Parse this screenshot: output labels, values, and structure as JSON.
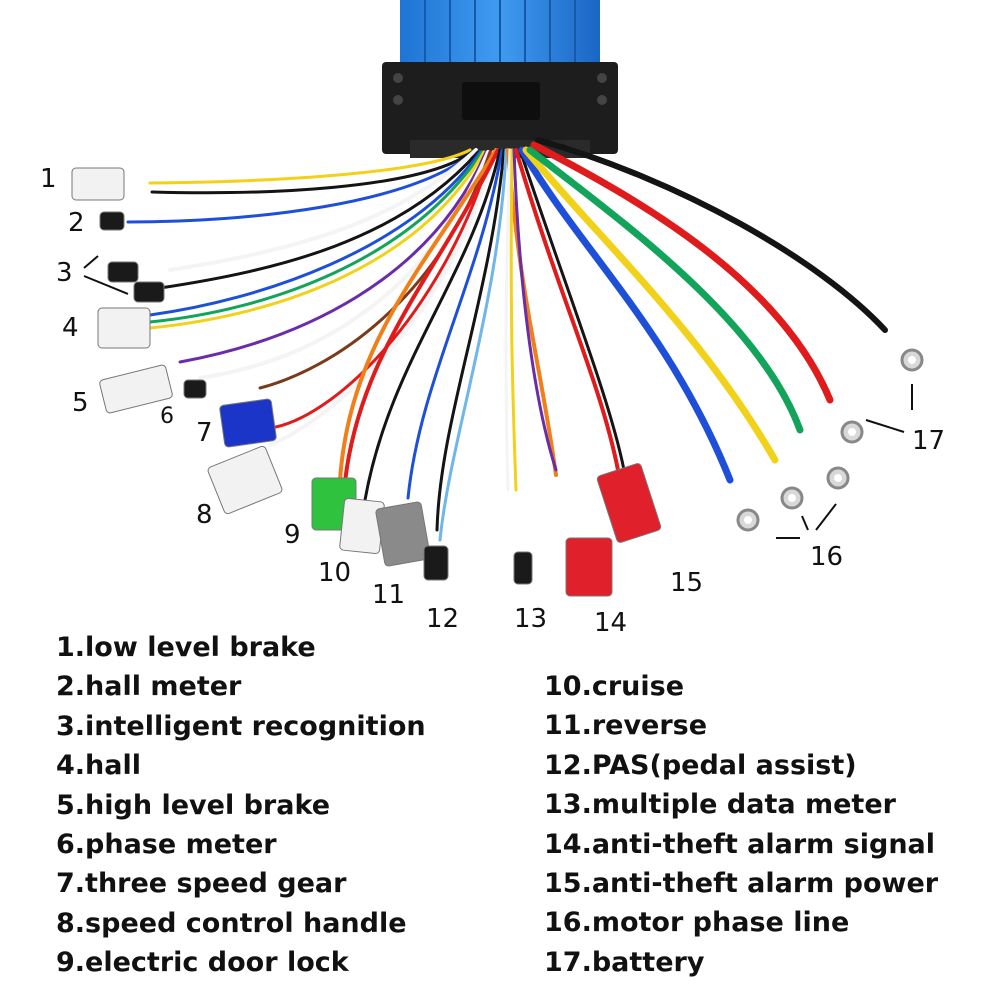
{
  "diagram": {
    "device": "controller-box",
    "wire_colors": {
      "yellow": "#f2d11a",
      "blue": "#1e4fd8",
      "white": "#f4f4f4",
      "green": "#12a45a",
      "red": "#e01b1b",
      "black": "#141414",
      "orange": "#f07f1a",
      "purple": "#6a2ca8",
      "brown": "#7a3b1a",
      "lightblue": "#6fb6ea"
    },
    "connector_colors": {
      "blue-connector": "#1a35c8",
      "green-connector": "#2fc23f",
      "grey-connector": "#8a8a8a",
      "red-connector": "#e0202a",
      "white-connector": "#f2f2f2",
      "black-connector": "#1a1a1a"
    },
    "callouts": [
      "1",
      "2",
      "3",
      "4",
      "5",
      "6",
      "7",
      "8",
      "9",
      "10",
      "11",
      "12",
      "13",
      "14",
      "15",
      "16",
      "17"
    ],
    "legend_left": [
      "1.low level brake",
      "2.hall meter",
      "3.intelligent recognition",
      "4.hall",
      "5.high level brake",
      "6.phase meter",
      "7.three speed gear",
      "8.speed control handle",
      "9.electric door lock"
    ],
    "legend_right": [
      "10.cruise",
      "11.reverse",
      "12.PAS(pedal assist)",
      "13.multiple data meter",
      "14.anti-theft alarm signal",
      "15.anti-theft alarm power",
      "16.motor phase line",
      "17.battery"
    ]
  }
}
